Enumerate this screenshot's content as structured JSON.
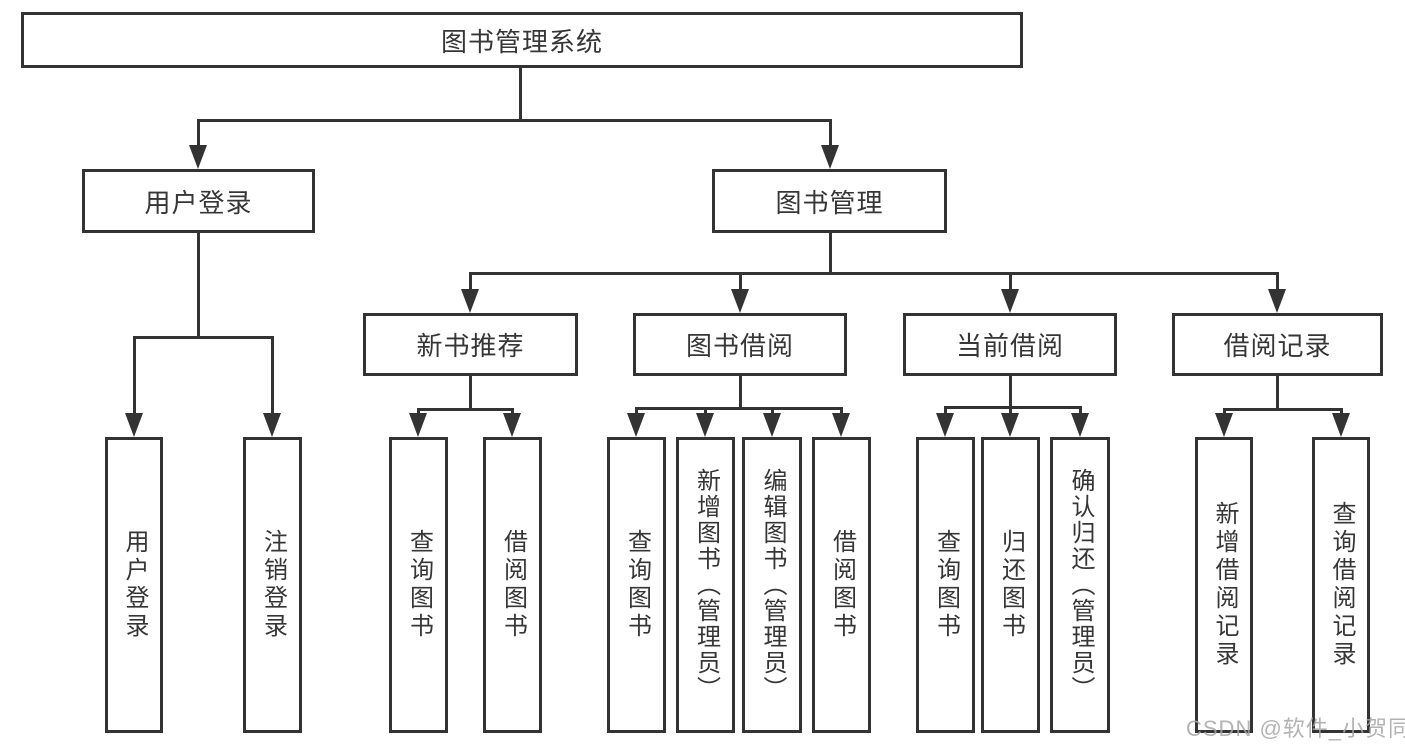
{
  "tree": {
    "root": {
      "label": "图书管理系统"
    },
    "branches": [
      {
        "label": "用户登录",
        "children": [
          {
            "label": "用户登录"
          },
          {
            "label": "注销登录"
          }
        ]
      },
      {
        "label": "图书管理",
        "children": [
          {
            "label": "新书推荐",
            "children": [
              {
                "label": "查询图书"
              },
              {
                "label": "借阅图书"
              }
            ]
          },
          {
            "label": "图书借阅",
            "children": [
              {
                "label": "查询图书"
              },
              {
                "label": "新增图书（管理员）"
              },
              {
                "label": "编辑图书（管理员）"
              },
              {
                "label": "借阅图书"
              }
            ]
          },
          {
            "label": "当前借阅",
            "children": [
              {
                "label": "查询图书"
              },
              {
                "label": "归还图书"
              },
              {
                "label": "确认归还（管理员）"
              }
            ]
          },
          {
            "label": "借阅记录",
            "children": [
              {
                "label": "新增借阅记录"
              },
              {
                "label": "查询借阅记录"
              }
            ]
          }
        ]
      }
    ]
  },
  "watermark": {
    "text": "CSDN @软件_小贺同学"
  },
  "colors": {
    "line": "#333333",
    "box_border": "#333333",
    "text": "#363636",
    "background": "#ffffff",
    "watermark": "#a6a6a6"
  }
}
